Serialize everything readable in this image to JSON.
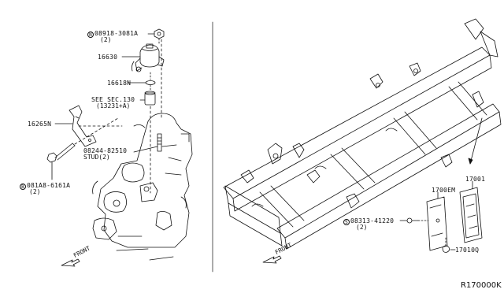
{
  "left_panel": {
    "callouts": [
      {
        "key": "n_nut",
        "symbol": "N",
        "part": "08918-3081A",
        "qty": "(2)"
      },
      {
        "key": "pump",
        "part": "16630"
      },
      {
        "key": "oring",
        "part": "16618N"
      },
      {
        "key": "see_sec",
        "part": "SEE SEC.130",
        "note": "(13231+A)"
      },
      {
        "key": "bracket",
        "part": "16265N"
      },
      {
        "key": "stud",
        "part": "08244-82510",
        "note": "STUD(2)"
      },
      {
        "key": "b_bolt",
        "symbol": "B",
        "part": "081A8-6161A",
        "qty": "(2)"
      }
    ],
    "front_label": "FRONT"
  },
  "right_panel": {
    "callouts": [
      {
        "key": "ecm_cover",
        "part": "17001"
      },
      {
        "key": "ecm_bracket",
        "part": "1700EM"
      },
      {
        "key": "s_bolt",
        "symbol": "S",
        "part": "08313-41220",
        "qty": "(2)"
      },
      {
        "key": "clip",
        "part": "17010Q"
      }
    ],
    "front_label": "FRONT"
  },
  "diagram_ref": "R170000K",
  "colors": {
    "line": "#111111",
    "background": "#ffffff"
  }
}
